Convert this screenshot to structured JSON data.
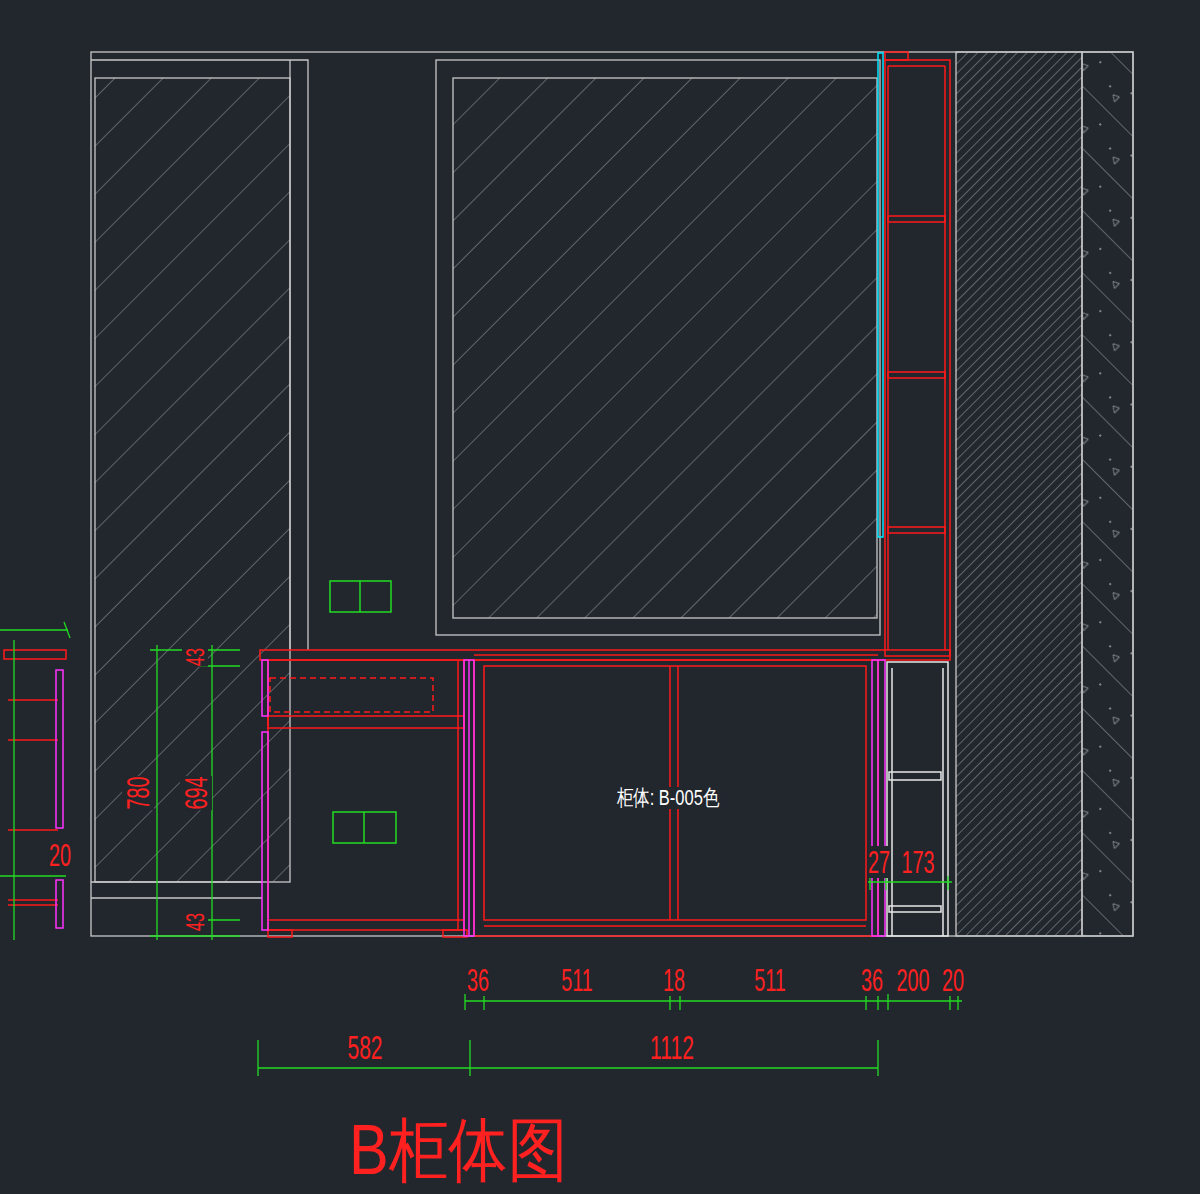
{
  "diagram": {
    "title": "B柜体图",
    "labels": [
      "43",
      "780",
      "694",
      "43",
      "20",
      "柜体: B-005色",
      "27",
      "173",
      "36",
      "511",
      "18",
      "511",
      "36",
      "200",
      "20",
      "582",
      "1112"
    ]
  }
}
